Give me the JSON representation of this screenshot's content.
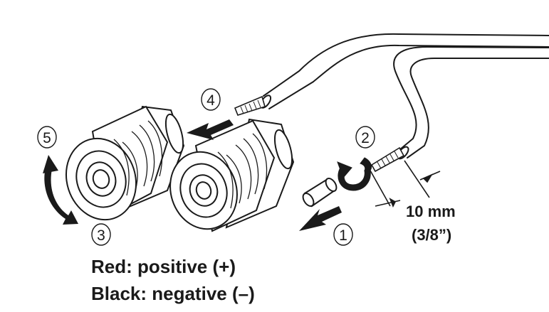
{
  "steps": [
    "1",
    "2",
    "3",
    "4",
    "5"
  ],
  "dimension": {
    "metric": "10 mm",
    "imperial": "(3/8”)"
  },
  "captions": {
    "red": "Red: positive (+)",
    "black": "Black: negative (–)"
  },
  "colors": {
    "ink": "#1a1a1a",
    "background": "#ffffff"
  },
  "icons": [
    "twist-arrow-icon",
    "rotate-arrow-icon",
    "insert-arrow-icon",
    "pull-arrow-icon"
  ]
}
